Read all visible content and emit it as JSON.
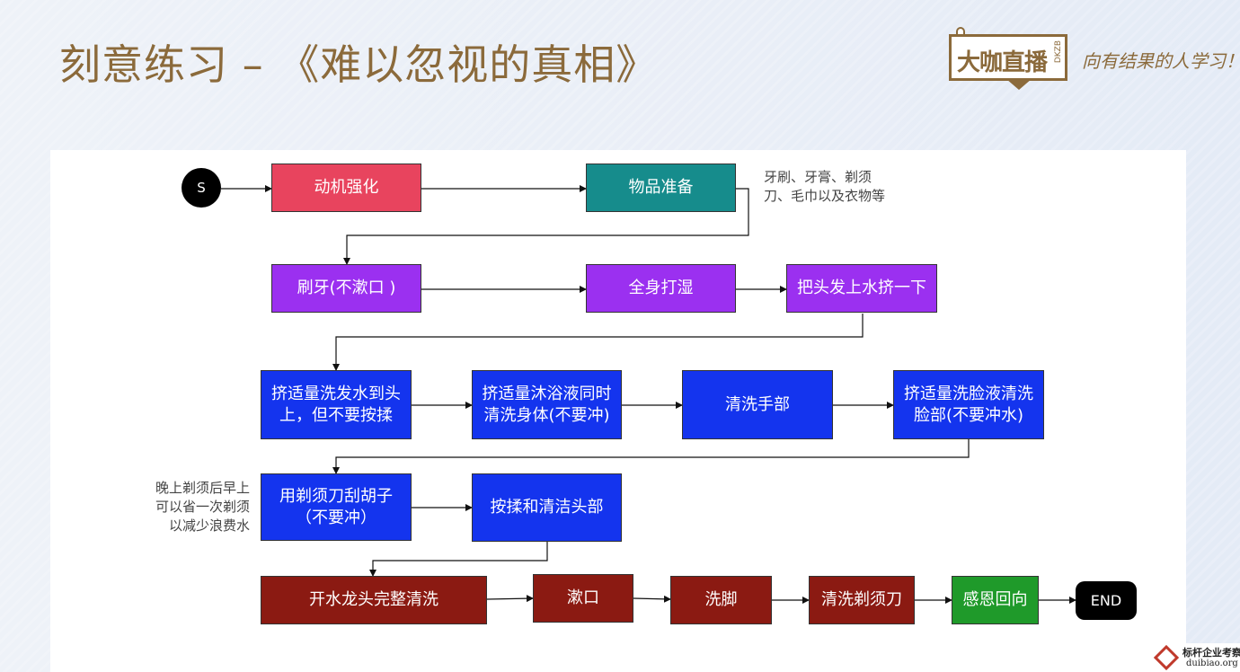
{
  "header": {
    "title": "刻意练习 – 《难以忽视的真相》",
    "logo_text": "大咖直播",
    "logo_sub": "DKZB",
    "slogan": "向有结果的人学习！"
  },
  "diagram": {
    "start_label": "S",
    "end_label": "END",
    "nodes": {
      "motivation": "动机强化",
      "prepare": "物品准备",
      "brush_teeth": "刷牙(不漱口 )",
      "wet_body": "全身打湿",
      "wring_hair": "把头发上水挤一下",
      "shampoo": "挤适量洗发水到头\n上，但不要按揉",
      "body_wash": "挤适量沐浴液同时\n清洗身体(不要冲)",
      "wash_hands": "清洗手部",
      "face_wash": "挤适量洗脸液清洗\n脸部(不要冲水)",
      "shave": "用剃须刀刮胡子\n（不要冲）",
      "scrub_head": "按揉和清洁头部",
      "full_rinse": "开水龙头完整清洗",
      "rinse_mouth": "漱口",
      "wash_feet": "洗脚",
      "clean_razor": "清洗剃须刀",
      "gratitude": "感恩回向"
    },
    "notes": {
      "prepare_items": "牙刷、牙膏、剃须\n刀、毛巾以及衣物等",
      "shave_tip": "晚上剃须后早上\n可以省一次剃须\n以减少浪费水"
    },
    "colors": {
      "pink": "#e8445e",
      "teal": "#168c8c",
      "purple": "#9b30f0",
      "blue": "#1434ee",
      "maroon": "#8b1a12",
      "green": "#1f9a2a",
      "black": "#000000"
    }
  },
  "watermark": {
    "line1": "标杆企业考察",
    "line2": "duibiao.org"
  }
}
